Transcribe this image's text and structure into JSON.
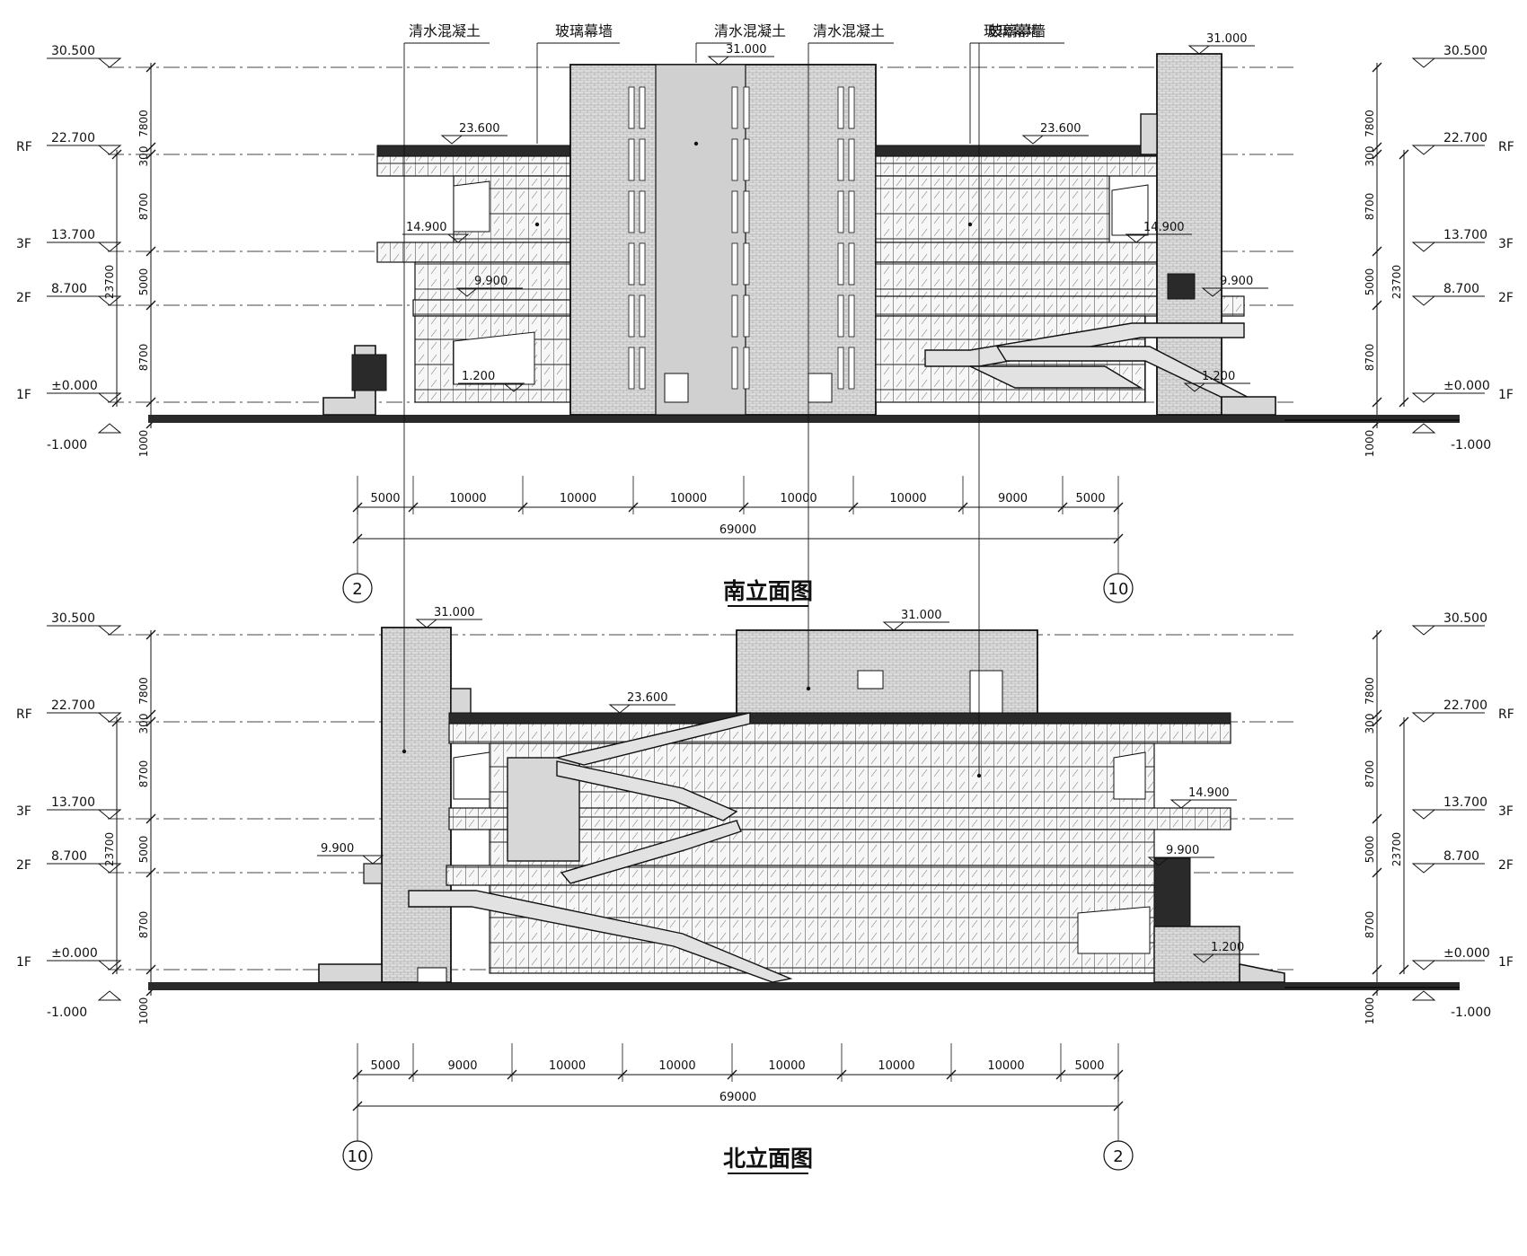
{
  "elevations": [
    {
      "id": "south",
      "title": "南立面图",
      "left_grid": "2",
      "right_grid": "10",
      "callouts": [
        "玻璃幕墙",
        "清水混凝土",
        "玻璃幕墙"
      ],
      "spot_levels": [
        "31.000",
        "31.000",
        "23.600",
        "23.600",
        "14.900",
        "14.900",
        "9.900",
        "9.900",
        "1.200",
        "1.200"
      ],
      "bays": [
        "5000",
        "10000",
        "10000",
        "10000",
        "10000",
        "10000",
        "9000",
        "5000"
      ],
      "total": "69000"
    },
    {
      "id": "north",
      "title": "北立面图",
      "left_grid": "10",
      "right_grid": "2",
      "callouts": [
        "清水混凝土",
        "清水混凝土",
        "玻璃幕墙"
      ],
      "spot_levels": [
        "31.000",
        "31.000",
        "23.600",
        "14.900",
        "9.900",
        "9.900",
        "1.200"
      ],
      "bays": [
        "5000",
        "9000",
        "10000",
        "10000",
        "10000",
        "10000",
        "10000",
        "5000"
      ],
      "total": "69000"
    }
  ],
  "levels": {
    "roof_top": "30.500",
    "rf": "22.700",
    "f3": "13.700",
    "f2": "8.700",
    "f1": "±0.000",
    "ground": "-1.000"
  },
  "floor_tags": [
    "RF",
    "3F",
    "2F",
    "1F"
  ],
  "vertical_dims": {
    "segments": [
      "7800",
      "300",
      "8700",
      "5000",
      "8700"
    ],
    "overall": "23700",
    "base": "1000"
  },
  "colors": {
    "line": "#111111",
    "concrete": "#d7d7d7",
    "glass": "#f4f4f4"
  }
}
